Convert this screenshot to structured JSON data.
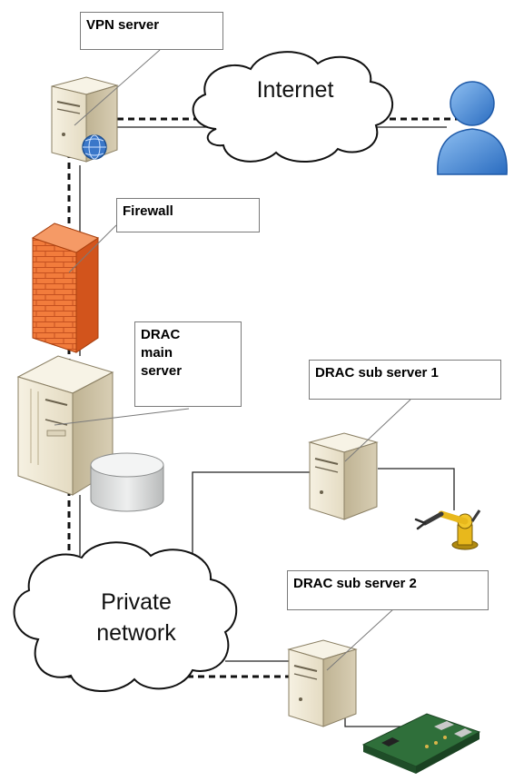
{
  "labels": {
    "vpn_server": "VPN server",
    "firewall": "Firewall",
    "drac_main_server": "DRAC\nmain\nserver",
    "drac_sub_server_1": "DRAC sub server 1",
    "drac_sub_server_2": "DRAC sub server 2"
  },
  "clouds": {
    "internet": "Internet",
    "private_network": "Private\nnetwork"
  },
  "icons": {
    "vpn_server": "server-tower-icon",
    "globe": "globe-icon",
    "user": "user-icon",
    "firewall": "brick-firewall-icon",
    "main_server": "server-cabinet-icon",
    "database": "database-cylinder-icon",
    "sub_server_1": "server-tower-icon",
    "robot_arm": "robot-arm-icon",
    "sub_server_2": "server-tower-icon",
    "circuit_board": "circuit-board-icon"
  },
  "colors": {
    "server_body": "#f1ead8",
    "server_side": "#c9bea3",
    "firewall": "#f07a3a",
    "user": "#3f86d8",
    "database": "#dadcdc",
    "link": "#222222"
  }
}
